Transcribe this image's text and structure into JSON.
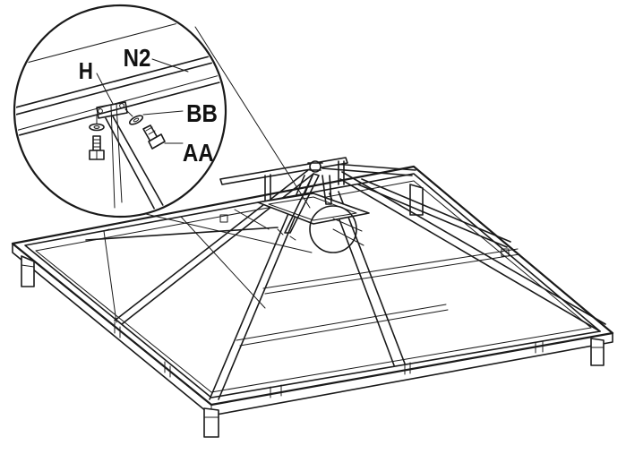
{
  "diagram": {
    "colors": {
      "line": "#1a1a1a",
      "background": "#ffffff"
    },
    "callout": {
      "labels": {
        "h": "H",
        "n2": "N2",
        "bb": "BB",
        "aa": "AA"
      }
    }
  }
}
